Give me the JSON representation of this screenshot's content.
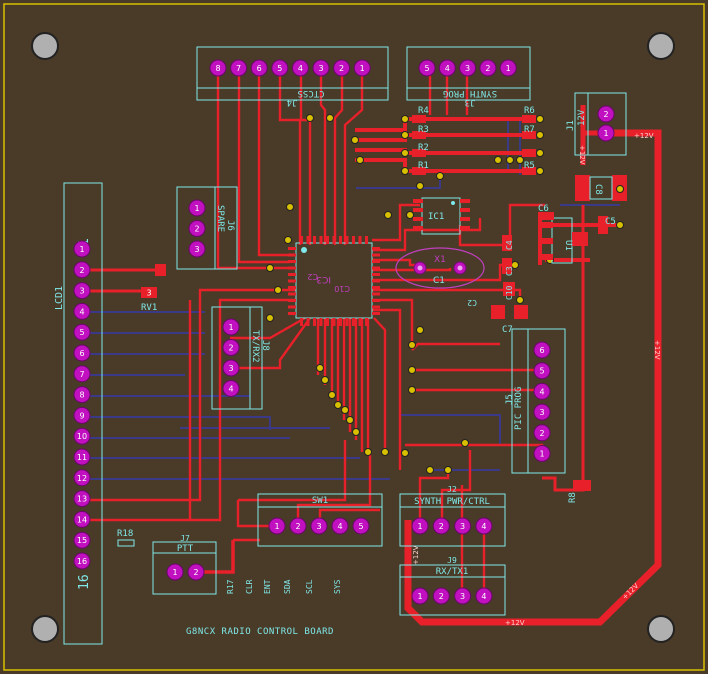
{
  "board_title": "G8NCX RADIO CONTROL BOARD",
  "colors": {
    "board": "#4a3a28",
    "copper_top": "#e8202a",
    "copper_bottom": "#3a3a88",
    "silk": "#7fe8e8",
    "pad": "#c010c0",
    "via": "#d8c000",
    "hole": "#b0b0b0"
  },
  "components": {
    "lcd": {
      "ref": "LCD1",
      "pin_first": "1",
      "pin_last": "16",
      "pins": [
        "1",
        "2",
        "3",
        "4",
        "5",
        "6",
        "7",
        "8",
        "9",
        "10",
        "11",
        "12",
        "13",
        "14",
        "15",
        "16"
      ]
    },
    "j4": {
      "ref": "J4",
      "name": "CTCSS",
      "pins": [
        "8",
        "7",
        "6",
        "5",
        "4",
        "3",
        "2",
        "1"
      ]
    },
    "j3": {
      "ref": "J3",
      "name": "SYNTH PROG",
      "pins": [
        "5",
        "4",
        "3",
        "2",
        "1"
      ]
    },
    "j1": {
      "ref": "J1",
      "name": "12V",
      "pins": [
        "2",
        "1"
      ]
    },
    "j6": {
      "ref": "J6",
      "name": "SPARE",
      "pins": [
        "1",
        "2",
        "3"
      ]
    },
    "j8": {
      "ref": "J8",
      "name": "TX/RX2",
      "pins": [
        "1",
        "2",
        "3",
        "4"
      ]
    },
    "j5": {
      "ref": "J5",
      "name": "PIC PROG",
      "pins": [
        "6",
        "5",
        "4",
        "3",
        "2",
        "1"
      ]
    },
    "sw1": {
      "ref": "SW1",
      "pins": [
        "1",
        "2",
        "3",
        "4",
        "5"
      ]
    },
    "j2": {
      "ref": "J2",
      "name": "SYNTH PWR/CTRL",
      "pins": [
        "1",
        "2",
        "3",
        "4"
      ]
    },
    "j9": {
      "ref": "J9",
      "name": "RX/TX1",
      "pins": [
        "1",
        "2",
        "3",
        "4"
      ]
    },
    "j7": {
      "ref": "J7",
      "name": "PTT",
      "pins": [
        "1",
        "2"
      ]
    },
    "ic1": {
      "ref": "IC1"
    },
    "u1": {
      "ref": "U1"
    },
    "ic3": {
      "ref": "IC3"
    },
    "xtal": {
      "ref": "X1"
    },
    "rv1": {
      "ref": "RV1",
      "pin": "3"
    },
    "c8": {
      "ref": "C8"
    },
    "c5": {
      "ref": "C5"
    },
    "c6": {
      "ref": "C6"
    },
    "c7": {
      "ref": "C7"
    },
    "c1": {
      "ref": "C1"
    },
    "c2": {
      "ref": "C2"
    },
    "c3": {
      "ref": "C3"
    },
    "c4": {
      "ref": "C4"
    },
    "c10": {
      "ref": "C10"
    },
    "r8": {
      "ref": "R8"
    },
    "r17": {
      "ref": "R17"
    },
    "r18": {
      "ref": "R18"
    },
    "r4": {
      "ref": "R4"
    },
    "r3": {
      "ref": "R3"
    },
    "r2": {
      "ref": "R2"
    },
    "r1": {
      "ref": "R1"
    },
    "r5": {
      "ref": "R5"
    },
    "r6": {
      "ref": "R6"
    },
    "r7": {
      "ref": "R7"
    }
  },
  "net_labels": {
    "plus12v": "+12V",
    "sw_labels": [
      "CLR",
      "ENT",
      "SDA",
      "SCL",
      "SYS"
    ]
  }
}
